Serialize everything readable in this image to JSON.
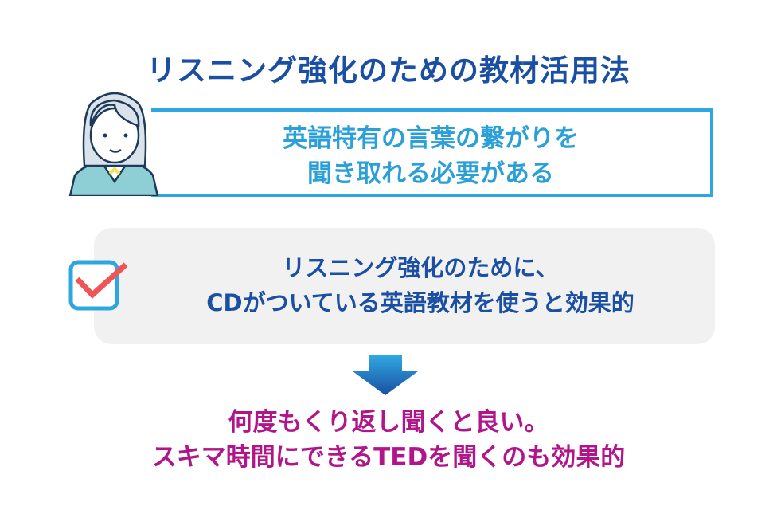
{
  "title": "リスニング強化のための教材活用法",
  "speech_box": {
    "lines": [
      "英語特有の言葉の繋がりを",
      "聞き取れる必要がある"
    ]
  },
  "point_box": {
    "lines": [
      "リスニング強化のために、",
      "CDがついている英語教材を使うと効果的"
    ]
  },
  "conclusion": {
    "lines": [
      "何度もくり返し聞くと良い。",
      "スキマ時間にできるTEDを聞くのも効果的"
    ]
  },
  "icons": {
    "person": "woman-avatar-icon",
    "check": "checkbox-checked-icon",
    "arrow": "arrow-down-icon"
  },
  "colors": {
    "title": "#1a4fa3",
    "speech_border": "#2ea7e0",
    "speech_text": "#2a9fd8",
    "check_mark": "#f05454",
    "conclusion": "#b0168a"
  }
}
